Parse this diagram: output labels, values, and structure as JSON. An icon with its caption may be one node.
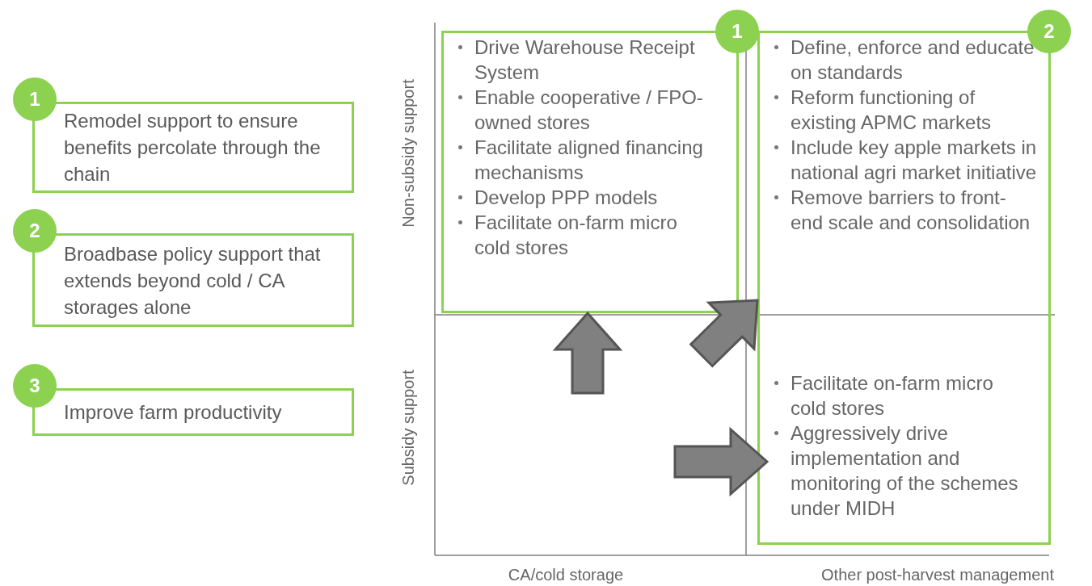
{
  "diagram": {
    "nodes": [
      {
        "text": [
          "1",
          "Remodel support to ensure benefits percolate through the chain"
        ]
      },
      {
        "text": [
          "2",
          "Broadbase policy support that extends beyond cold / CA storages alone"
        ]
      },
      {
        "text": [
          "3",
          "Improve farm productivity"
        ]
      },
      {
        "text": [
          "1",
          "Drive Warehouse Receipt System",
          "Enable cooperative / FPO-owned stores",
          "Facilitate aligned financing mechanisms",
          "Develop PPP models",
          "Facilitate on-farm micro cold stores"
        ]
      },
      {
        "text": [
          "2",
          "Define, enforce and educate on standards",
          "Reform functioning of existing APMC markets",
          "Include key apple markets in national agri market initiative",
          "Remove barriers to front-end scale and consolidation",
          "Facilitate on-farm micro cold stores",
          "Aggressively drive implementation and monitoring of the schemes under MIDH"
        ]
      }
    ],
    "edges": [
      {
        "from": null,
        "to": 3,
        "arrow": "to",
        "style": "thick"
      },
      {
        "from": null,
        "to": 4,
        "arrow": "to",
        "style": "thick"
      },
      {
        "from": null,
        "to": 4,
        "arrow": "to",
        "style": "thick"
      }
    ],
    "labels": [
      "Non-subsidy support",
      "Subsidy support",
      "CA/cold storage",
      "Other post-harvest management"
    ]
  }
}
